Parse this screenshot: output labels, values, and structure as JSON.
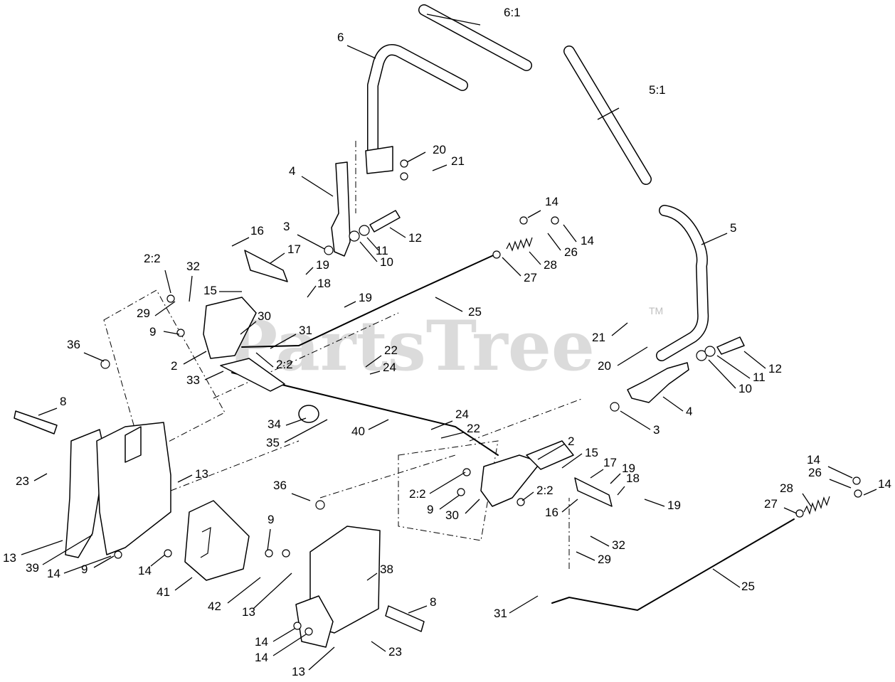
{
  "watermark": {
    "brand": "PartsTree",
    "trademark": "TM"
  },
  "callouts": [
    "6:1",
    "6",
    "5:1",
    "20",
    "21",
    "4",
    "16",
    "3",
    "17",
    "2:2",
    "32",
    "19",
    "15",
    "18",
    "19",
    "12",
    "11",
    "10",
    "14",
    "14",
    "26",
    "28",
    "27",
    "25",
    "5",
    "30",
    "31",
    "29",
    "9",
    "2",
    "2:2",
    "33",
    "22",
    "24",
    "21",
    "20",
    "12",
    "11",
    "10",
    "4",
    "36",
    "8",
    "34",
    "35",
    "40",
    "24",
    "22",
    "3",
    "23",
    "13",
    "2",
    "15",
    "17",
    "19",
    "18",
    "36",
    "2:2",
    "9",
    "30",
    "2:2",
    "16",
    "19",
    "9",
    "32",
    "29",
    "14",
    "26",
    "14",
    "28",
    "27",
    "13",
    "39",
    "14",
    "9",
    "14",
    "41",
    "42",
    "13",
    "38",
    "8",
    "25",
    "31",
    "14",
    "14",
    "23",
    "13"
  ]
}
